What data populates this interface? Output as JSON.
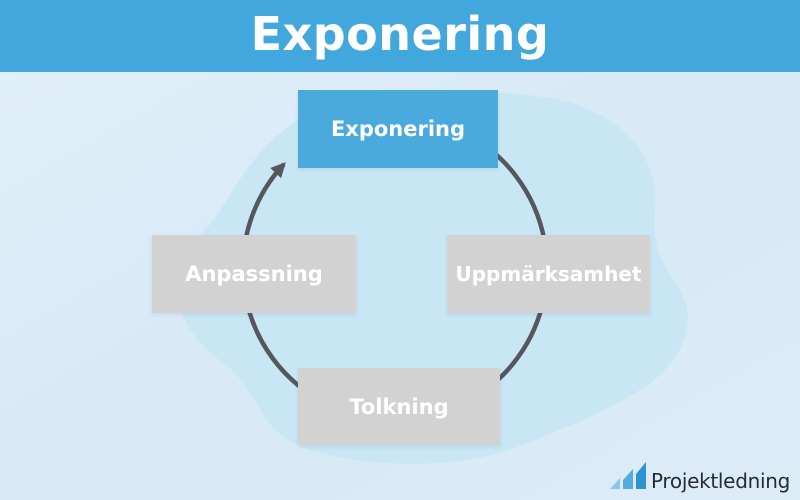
{
  "header": {
    "title": "Exponering"
  },
  "diagram": {
    "type": "cycle",
    "direction": "clockwise",
    "nodes": [
      {
        "id": "exponering",
        "label": "Exponering",
        "role": "primary",
        "position": "top"
      },
      {
        "id": "uppmarksamhet",
        "label": "Uppmärksamhet",
        "role": "secondary",
        "position": "right"
      },
      {
        "id": "tolkning",
        "label": "Tolkning",
        "role": "secondary",
        "position": "bottom"
      },
      {
        "id": "anpassning",
        "label": "Anpassning",
        "role": "secondary",
        "position": "left"
      }
    ],
    "colors": {
      "header_bg": "#42a7dc",
      "background": "#d9ebf7",
      "blob": "#c9e6f4",
      "primary_node": "#4aa9dd",
      "secondary_node": "#d2d2d2",
      "node_text": "#ffffff",
      "arrow": "#54585e"
    }
  },
  "footer": {
    "brand": "Projektledning",
    "logo_icon": "growth-bars-icon",
    "logo_colors": [
      "#8dc5ea",
      "#54abe0",
      "#2d93d2"
    ],
    "text_color": "#262c33"
  }
}
